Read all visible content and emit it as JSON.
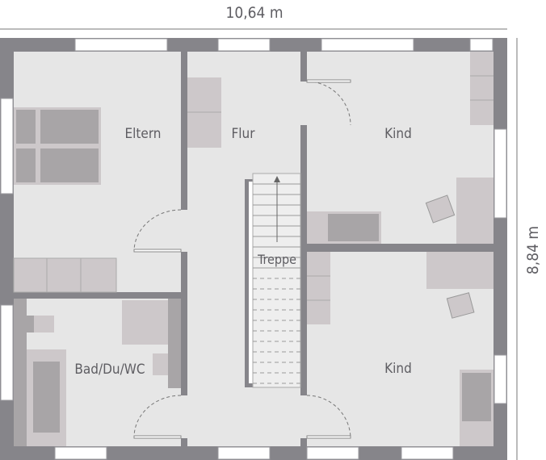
{
  "dimensions": {
    "width": "10,64 m",
    "depth": "8,84 m"
  },
  "rooms": [
    {
      "id": "eltern",
      "label": "Eltern"
    },
    {
      "id": "flur",
      "label": "Flur"
    },
    {
      "id": "kind-top",
      "label": "Kind"
    },
    {
      "id": "treppe",
      "label": "Treppe"
    },
    {
      "id": "bad",
      "label": "Bad/Du/WC"
    },
    {
      "id": "kind-bottom",
      "label": "Kind"
    }
  ],
  "colors": {
    "wall": "#86858a",
    "floor": "#e6e6e6",
    "furniture": "#cdc8ca",
    "furniture_dark": "#a8a5a7",
    "text": "#5e5d62"
  }
}
